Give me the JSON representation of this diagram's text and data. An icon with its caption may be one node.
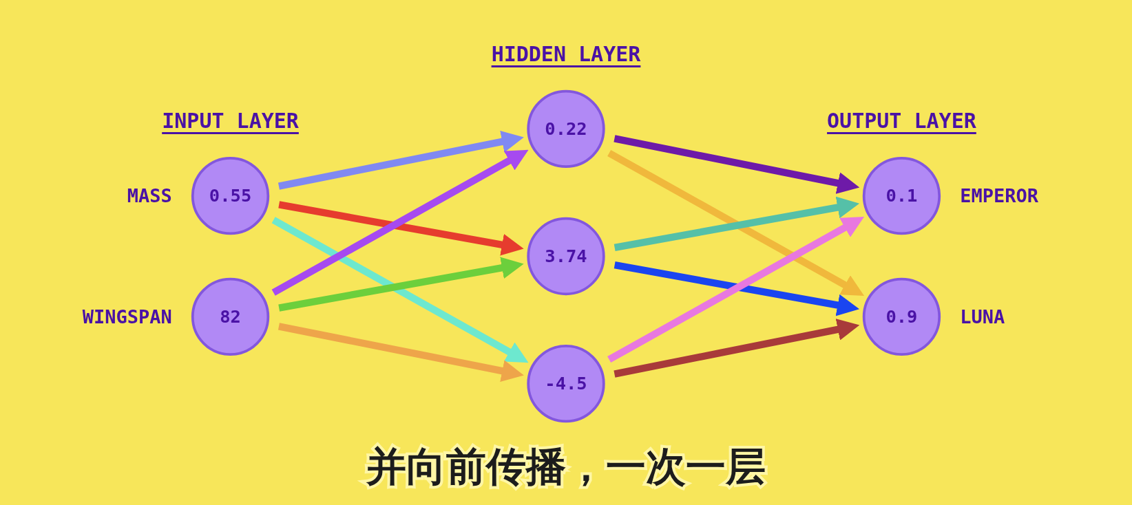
{
  "diagram": {
    "caption": "并向前传播，一次一层",
    "nodes": [
      {
        "text": [
          "0.55"
        ],
        "beside": [
          "MASS"
        ]
      },
      {
        "text": [
          "82"
        ],
        "beside": [
          "WINGSPAN"
        ]
      },
      {
        "text": [
          "0.22"
        ]
      },
      {
        "text": [
          "3.74"
        ]
      },
      {
        "text": [
          "-4.5"
        ]
      },
      {
        "text": [
          "0.1"
        ],
        "beside": [
          "EMPEROR"
        ]
      },
      {
        "text": [
          "0.9"
        ],
        "beside": [
          "LUNA"
        ]
      }
    ],
    "edges": [
      {
        "from": 0,
        "to": 2,
        "arrow": "to",
        "color": "#8089f2"
      },
      {
        "from": 0,
        "to": 3,
        "arrow": "to",
        "color": "#e63c2e"
      },
      {
        "from": 0,
        "to": 4,
        "arrow": "to",
        "color": "#6de8cf"
      },
      {
        "from": 1,
        "to": 2,
        "arrow": "to",
        "color": "#a64af0"
      },
      {
        "from": 1,
        "to": 3,
        "arrow": "to",
        "color": "#6ccf3c"
      },
      {
        "from": 1,
        "to": 4,
        "arrow": "to",
        "color": "#eea54a"
      },
      {
        "from": 2,
        "to": 5,
        "arrow": "to",
        "color": "#6e1aa8"
      },
      {
        "from": 2,
        "to": 6,
        "arrow": "to",
        "color": "#f0b83c"
      },
      {
        "from": 3,
        "to": 5,
        "arrow": "to",
        "color": "#55c0a8"
      },
      {
        "from": 3,
        "to": 6,
        "arrow": "to",
        "color": "#1a45f0"
      },
      {
        "from": 4,
        "to": 5,
        "arrow": "to",
        "color": "#e878e0"
      },
      {
        "from": 4,
        "to": 6,
        "arrow": "to",
        "color": "#a83a3a"
      }
    ],
    "labels": [
      "INPUT LAYER",
      "HIDDEN LAYER",
      "OUTPUT LAYER"
    ]
  }
}
